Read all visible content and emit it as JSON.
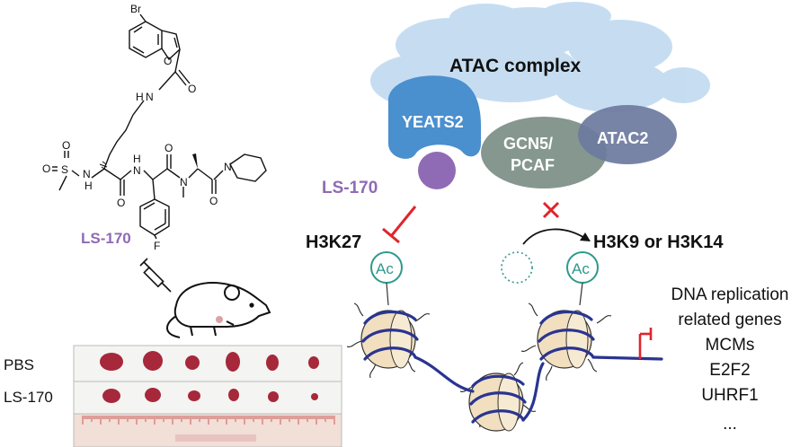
{
  "molecule": {
    "atoms": {
      "br": "Br",
      "o_furan": "O",
      "o_amide1": "O",
      "nh_amide1": "N",
      "h_amide1": "H",
      "o_sulfonyl1": "O",
      "s": "S",
      "o_sulfonyl2": "O",
      "nh_sulfonamide": "N",
      "h_sulfonamide": "H",
      "o_lys": "O",
      "nh_lys": "N",
      "h_lys": "H",
      "o_phe": "O",
      "n_methyl": "N",
      "o_ala": "O",
      "n_piperidine": "N",
      "f": "F"
    },
    "name": "LS-170"
  },
  "complex": {
    "title": "ATAC complex",
    "yeats2": "YEATS2",
    "gcn5": "GCN5/",
    "pcaf": "PCAF",
    "atac2": "ATAC2"
  },
  "inhibitor_label": "LS-170",
  "marks": {
    "h3k27": "H3K27",
    "h3k9": "H3K9 or H3K14",
    "ac_left": "Ac",
    "ac_right": "Ac"
  },
  "genes": [
    "DNA replication",
    "related genes",
    "MCMs",
    "E2F2",
    "UHRF1",
    "..."
  ],
  "tumors": {
    "row1_label": "PBS",
    "row2_label": "LS-170"
  },
  "colors": {
    "cloud": "#a9cbea",
    "yeats2": "#4a8fce",
    "gcn5": "#7b8e86",
    "atac2": "#6d7a9e",
    "inhibitor": "#8f6ab5",
    "inhibit_line": "#e0242b",
    "ac_circle": "#2b9a8c",
    "dna": "#2a3491",
    "nucleosome": "#f1dfbf"
  }
}
